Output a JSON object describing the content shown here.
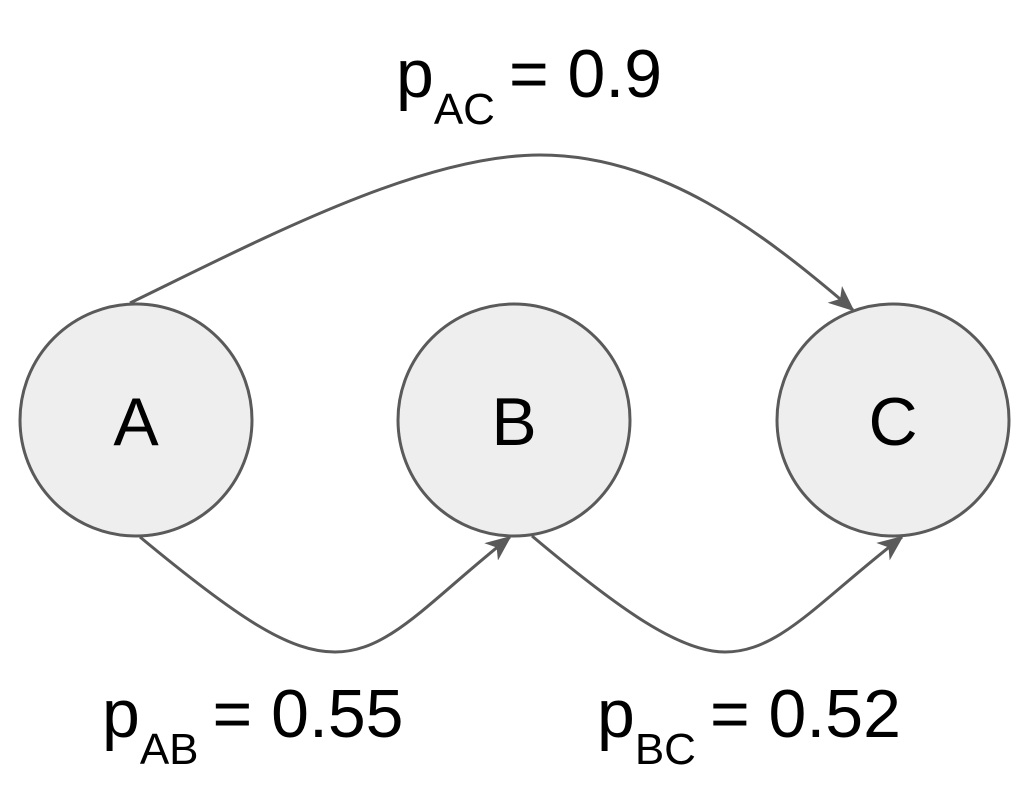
{
  "nodes": {
    "a": {
      "label": "A"
    },
    "b": {
      "label": "B"
    },
    "c": {
      "label": "C"
    }
  },
  "edges": {
    "ac": {
      "symbol": "p",
      "subscript": "AC",
      "value": "= 0.9"
    },
    "ab": {
      "symbol": "p",
      "subscript": "AB",
      "value": "= 0.55"
    },
    "bc": {
      "symbol": "p",
      "subscript": "BC",
      "value": "= 0.52"
    }
  },
  "colors": {
    "node_fill": "#eeeeee",
    "stroke": "#5a5a5a",
    "text": "#000000"
  }
}
